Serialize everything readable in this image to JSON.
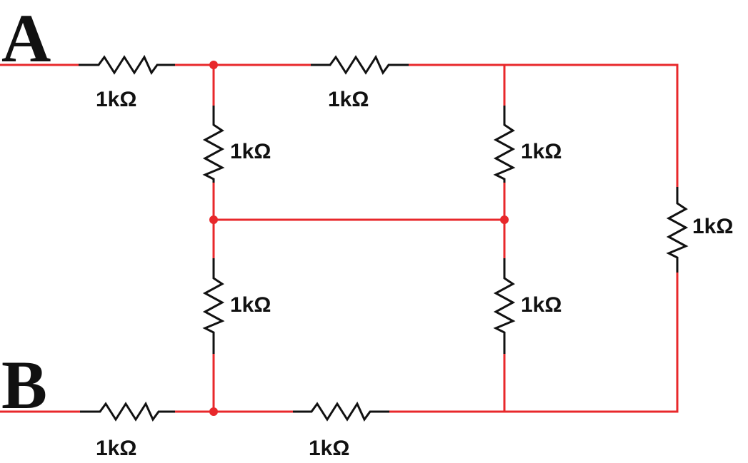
{
  "terminals": {
    "a": "A",
    "b": "B"
  },
  "resistors": {
    "r_a_top": "1kΩ",
    "r_top_mid": "1kΩ",
    "r_left_upper": "1kΩ",
    "r_right_upper": "1kΩ",
    "r_far_right": "1kΩ",
    "r_left_lower": "1kΩ",
    "r_right_lower": "1kΩ",
    "r_b_bottom": "1kΩ",
    "r_bottom_mid": "1kΩ"
  },
  "colors": {
    "wire": "#e8282b",
    "component": "#111111"
  }
}
